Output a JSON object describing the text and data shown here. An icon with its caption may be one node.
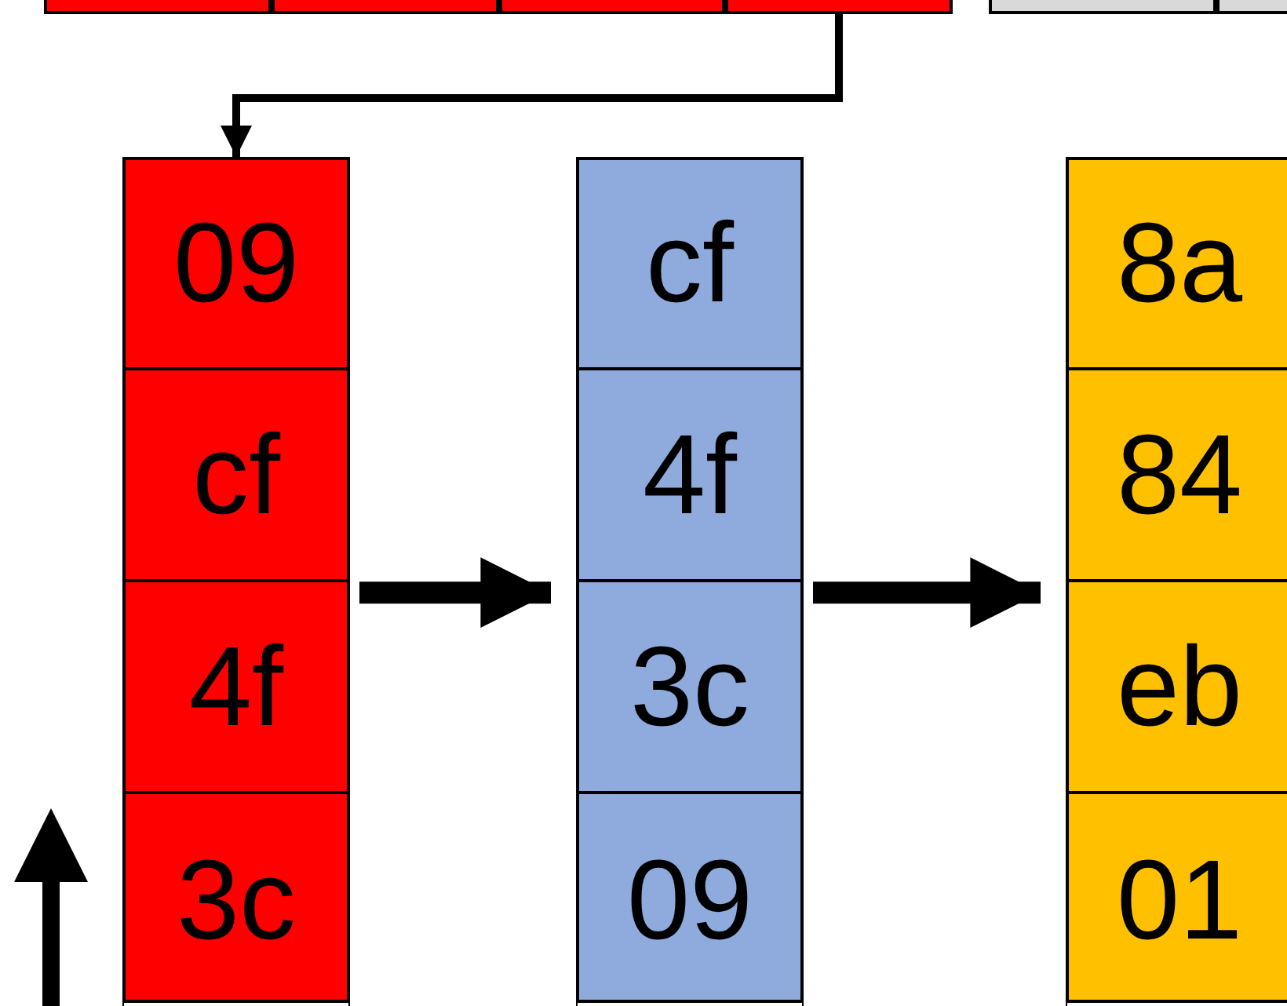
{
  "diagram": {
    "nodes": [
      {
        "text": [],
        "shape": "box"
      },
      {
        "text": [],
        "shape": "box"
      },
      {
        "text": [],
        "shape": "box"
      },
      {
        "text": [],
        "shape": "box"
      },
      {
        "text": [],
        "shape": "box"
      },
      {
        "text": [],
        "shape": "box"
      },
      {
        "text": [],
        "shape": "box"
      },
      {
        "text": [
          "09"
        ],
        "in": 6
      },
      {
        "text": [
          "cf"
        ],
        "in": 6
      },
      {
        "text": [
          "4f"
        ],
        "in": 6
      },
      {
        "text": [
          "3c"
        ],
        "in": 6
      },
      {
        "text": [],
        "shape": "box"
      },
      {
        "text": [
          "cf"
        ],
        "in": 11
      },
      {
        "text": [
          "4f"
        ],
        "in": 11
      },
      {
        "text": [
          "3c"
        ],
        "in": 11
      },
      {
        "text": [
          "09"
        ],
        "in": 11
      },
      {
        "text": [],
        "shape": "box"
      },
      {
        "text": [
          "8a"
        ],
        "in": 16
      },
      {
        "text": [
          "84"
        ],
        "in": 16
      },
      {
        "text": [
          "eb"
        ],
        "in": 16
      },
      {
        "text": [
          "01"
        ],
        "in": 16
      }
    ],
    "edges": [
      {
        "from": 3,
        "to": 7,
        "arrow": "to"
      },
      {
        "from": 6,
        "to": 11,
        "arrow": "to"
      },
      {
        "from": 11,
        "to": 16,
        "arrow": "to"
      }
    ]
  }
}
